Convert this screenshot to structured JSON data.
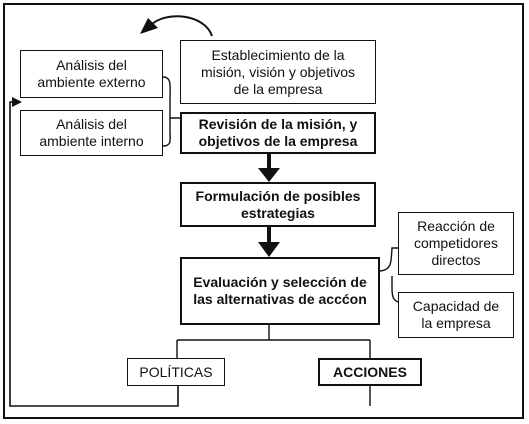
{
  "nodes": {
    "establecimiento": [
      "Establecimiento de la",
      "misión, visión y objetivos",
      "de la empresa"
    ],
    "externo": [
      "Análisis del",
      "ambiente externo"
    ],
    "interno": [
      "Análisis del",
      "ambiente interno"
    ],
    "revision": [
      "Revisión de la misión, y",
      "objetivos de la empresa"
    ],
    "formulacion": [
      "Formulación de posibles",
      "estrategias"
    ],
    "evaluacion": [
      "Evaluación y selección de",
      "las alternativas de accćon"
    ],
    "reaccion": [
      "Reacción de",
      "competidores",
      "directos"
    ],
    "capacidad": [
      "Capacidad de",
      "la empresa"
    ],
    "politicas": "POLÍTICAS",
    "acciones": "ACCIONES"
  },
  "colors": {
    "ink": "#111111",
    "background": "#ffffff"
  }
}
